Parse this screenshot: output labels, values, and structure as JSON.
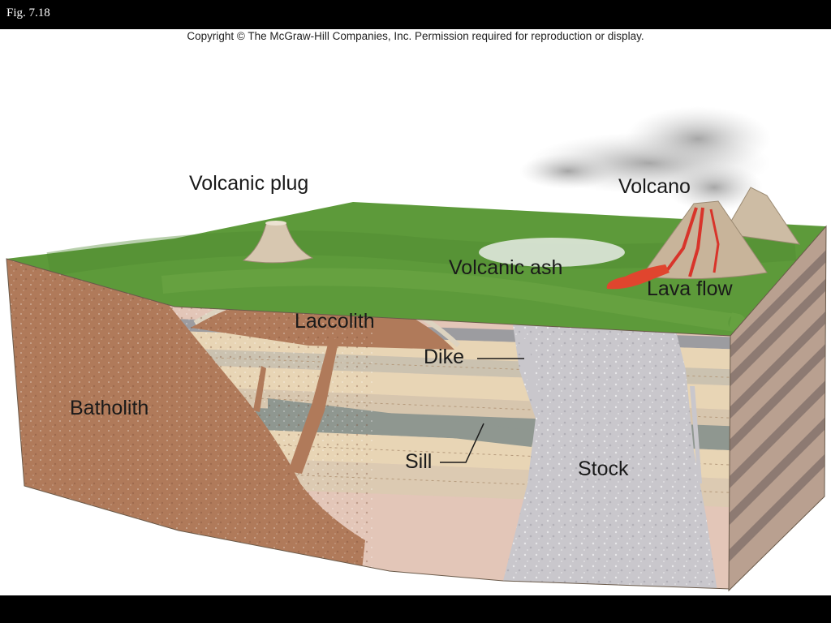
{
  "figure_label": "Fig. 7.18",
  "copyright": "Copyright © The McGraw-Hill Companies, Inc. Permission required for reproduction or display.",
  "labels": {
    "volcanic_plug": "Volcanic plug",
    "volcano": "Volcano",
    "volcanic_ash": "Volcanic ash",
    "lava_flow": "Lava flow",
    "laccolith": "Laccolith",
    "dike": "Dike",
    "batholith": "Batholith",
    "sill": "Sill",
    "stock": "Stock"
  },
  "colors": {
    "grass": "#5d9a3a",
    "grass_dark": "#3f7a2a",
    "batholith": "#b07a5a",
    "stock": "#c9c7cc",
    "layer_tan": "#e8d5b5",
    "layer_gray": "#b5b3ae",
    "layer_pink": "#e3c6b8",
    "lava": "#d8342a",
    "cone": "#c8b49a",
    "smoke": "#bdbdbd"
  }
}
